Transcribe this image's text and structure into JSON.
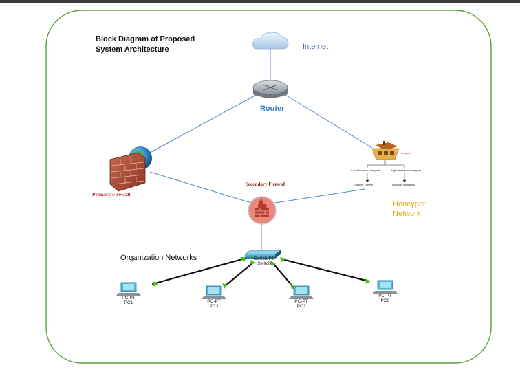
{
  "diagram": {
    "title_line1": "Block Diagram of Proposed",
    "title_line2": "System Architecture",
    "internet_label": "Internet",
    "router_label": "Router",
    "primary_firewall_label": "Primary Firewall",
    "secondary_firewall_label": "Secondary Firewall",
    "honeypot_network_line1": "Honeypot",
    "honeypot_network_line2": "Network",
    "organization_networks_label": "Organization Networks",
    "honeypot": {
      "title": "Honeypot",
      "low_interaction": "Low interaction Honeypots",
      "high_interaction": "High interaction Honeypots",
      "example_low": "Example: Honeyd",
      "example_high": "Example: Honeynets"
    },
    "switch": {
      "model": "Switch-PT",
      "name": "Switch"
    },
    "pcs": [
      {
        "model": "PC-PT",
        "name": "PC1"
      },
      {
        "model": "PC-PT",
        "name": "PC3"
      },
      {
        "model": "PC-PT",
        "name": "PC2"
      },
      {
        "model": "PC-PT",
        "name": "PC0"
      }
    ],
    "colors": {
      "border": "#5f9e3c",
      "link": "#4f86c6",
      "cable": "#111111",
      "cable_end": "#49c21c",
      "firewall_circle": "#e8877d"
    }
  }
}
